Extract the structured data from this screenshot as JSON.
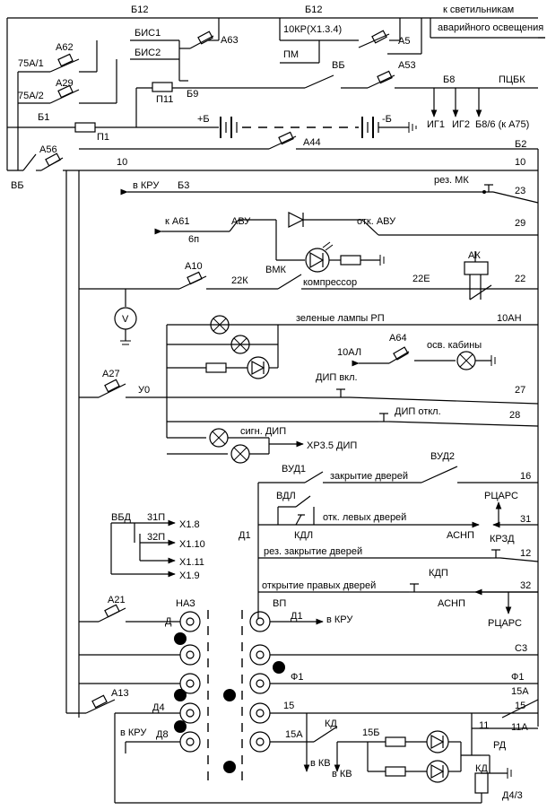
{
  "labels": {
    "b12_left": "Б12",
    "b12_right": "Б12",
    "to_emergency_1": "к светильникам",
    "to_emergency_2": "аварийного освещения",
    "bis1": "БИС1",
    "bis2": "БИС2",
    "a63": "А63",
    "kr": "10КР(Х1.3.4)",
    "pm": "ПМ",
    "a5": "А5",
    "a62": "А62",
    "w75a1": "75А/1",
    "a29": "А29",
    "w75a2": "75А/2",
    "vb_top": "ВБ",
    "a53": "А53",
    "p11": "П11",
    "b9": "Б9",
    "b8": "Б8",
    "pcbk": "ПЦБК",
    "b1": "Б1",
    "p1": "П1",
    "plus_b": "+Б",
    "minus_b": "-Б",
    "a44": "А44",
    "ig1": "ИГ1",
    "ig2": "ИГ2",
    "b8_6": "Б8/6 (к А75)",
    "a56": "А56",
    "vb_left": "ВБ",
    "w10": "10",
    "w10_right": "10",
    "b2": "Б2",
    "to_kru": "в КРУ",
    "b3": "Б3",
    "res_mk": "рез. МК",
    "w23": "23",
    "to_a61": "к А61",
    "w6p": "6п",
    "avu": "АВУ",
    "otk_avu": "отк. АВУ",
    "w29": "29",
    "vmk": "ВМК",
    "a10": "А10",
    "w22k": "22К",
    "compressor": "компрессор",
    "w22e": "22Е",
    "ak": "АК",
    "w22": "22",
    "volt": "V",
    "green_lamps": "зеленые лампы РП",
    "w10an": "10АН",
    "w10al": "10АЛ",
    "a64": "А64",
    "cab_light": "осв. кабины",
    "dip_on": "ДИП вкл.",
    "a27": "А27",
    "u0": "У0",
    "w27": "27",
    "dip_off": "ДИП откл.",
    "w28": "28",
    "sign_dip": "сигн. ДИП",
    "xr_dip": "ХР3.5 ДИП",
    "vud1": "ВУД1",
    "vud2": "ВУД2",
    "door_close": "закрытие дверей",
    "w16": "16",
    "vdl": "ВДЛ",
    "rcars_top": "РЦАРС",
    "otk_left": "отк. левых дверей",
    "kdl": "КДЛ",
    "d1_left": "Д1",
    "asnp_top": "АСНП",
    "w31": "31",
    "krzd": "КРЗД",
    "res_close": "рез. закрытие дверей",
    "w12": "12",
    "vbd": "ВБД",
    "w31p": "31П",
    "w32p": "32П",
    "x18": "Х1.8",
    "x110": "Х1.10",
    "x111": "Х1.11",
    "x19": "Х1.9",
    "open_right": "открытие правых дверей",
    "kdp": "КДП",
    "w32": "32",
    "asnp_bottom": "АСНП",
    "rcars_bottom": "РЦАРС",
    "a21": "А21",
    "naz": "НАЗ",
    "vp": "ВП",
    "d_left": "Д",
    "d1_mid": "Д1",
    "to_kru_2": "в КРУ",
    "c3": "С3",
    "f1_mid": "Ф1",
    "f1_right": "Ф1",
    "w15a_right": "15А",
    "a13": "А13",
    "d4": "Д4",
    "w15_mid": "15",
    "w15_right": "15",
    "to_kru_3": "в КРУ",
    "d8": "Д8",
    "w11a": "11А",
    "w11": "11",
    "w15a_mid": "15А",
    "kd_top": "КД",
    "w15b": "15Б",
    "rd": "РД",
    "to_kv_1": "в КВ",
    "to_kv_2": "в КВ",
    "kd_bottom": "КД",
    "d4_3": "Д4/3"
  }
}
